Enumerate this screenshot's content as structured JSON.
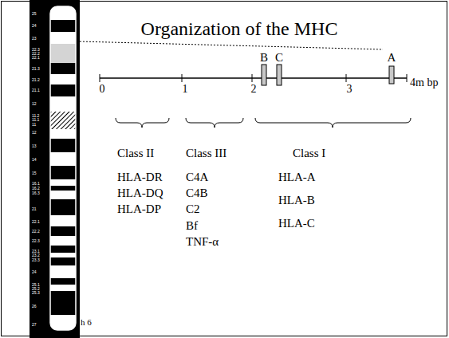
{
  "diagram": {
    "title": "Organization of the MHC",
    "labels": [
      "B",
      "C",
      "A",
      "0",
      "1",
      "2",
      "3",
      "4m bp",
      "Class II",
      "HLA-DR",
      "HLA-DQ",
      "HLA-DP",
      "Class III",
      "C4A",
      "C4B",
      "C2",
      "Bf",
      "TNF-α",
      "Class I",
      "HLA-A",
      "HLA-B",
      "HLA-C",
      "25",
      "24",
      "23",
      "22.3",
      "22.2",
      "22.1",
      "21.3",
      "21.2",
      "21.1",
      "12",
      "11.2",
      "11.1",
      "11",
      "12",
      "13",
      "14",
      "15",
      "16.1",
      "16.2",
      "16.3",
      "21",
      "22.1",
      "22.2",
      "22.3",
      "23.1",
      "23.2",
      "23.3",
      "24",
      "25.1",
      "25.2",
      "25.3",
      "26",
      "27",
      "h 6"
    ]
  }
}
